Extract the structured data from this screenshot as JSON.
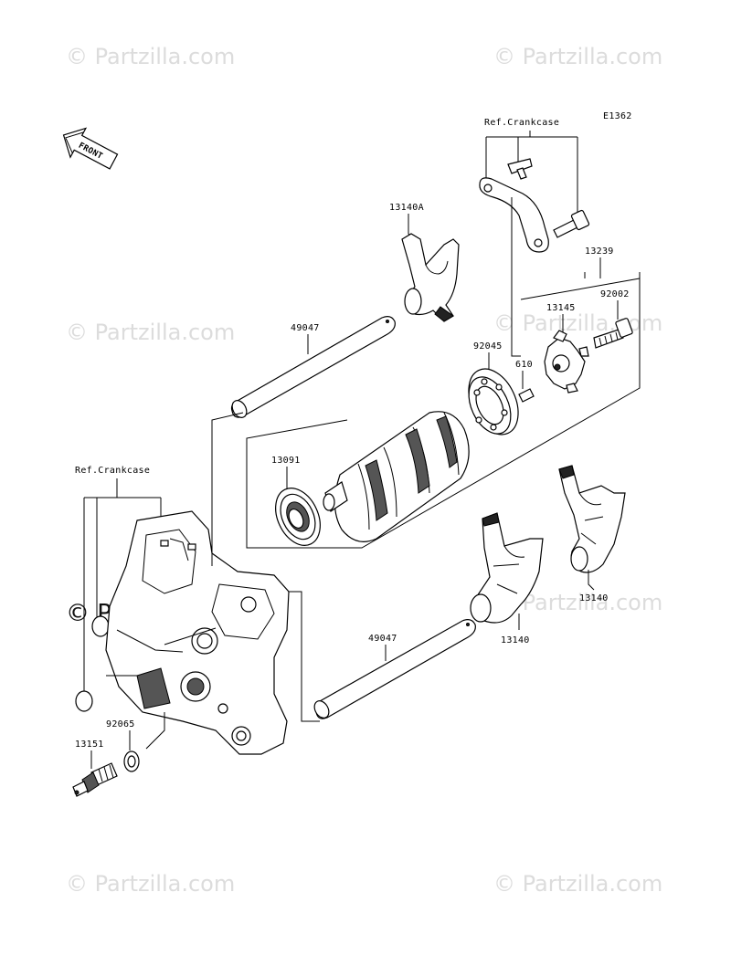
{
  "diagram_code": "E1362",
  "front_label": "FRONT",
  "watermark_text": "© Partzilla.com",
  "labels": {
    "ref_crankcase_top": "Ref.Crankcase",
    "ref_crankcase_left": "Ref.Crankcase",
    "p13140A": "13140A",
    "p13239": "13239",
    "p92002": "92002",
    "p13145": "13145",
    "p49047_top": "49047",
    "p92045": "92045",
    "p610": "610",
    "p13091": "13091",
    "p13140_right": "13140",
    "p13140_mid": "13140",
    "p49047_bottom": "49047",
    "p92065": "92065",
    "p13151": "13151"
  },
  "colors": {
    "line": "#000000",
    "watermark": "#dcdcdc"
  }
}
